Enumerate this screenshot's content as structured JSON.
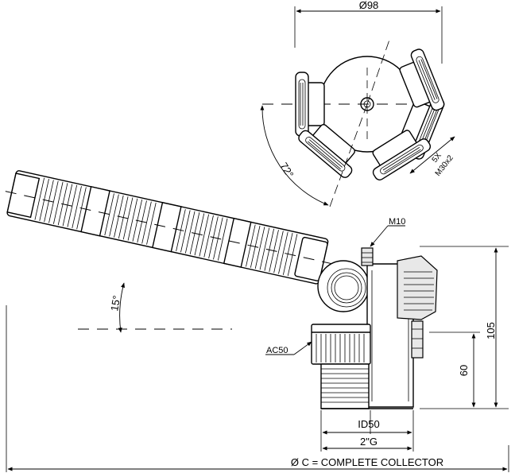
{
  "labels": {
    "outer_diameter": "Ø98",
    "ports": "5X",
    "port_thread": "M30x2",
    "angle_ports": "72°",
    "angle_tilt": "15°",
    "screw": "M10",
    "nut": "AC50",
    "height_total": "105",
    "height_thread": "60",
    "inner_diameter": "ID50",
    "connection": "2\"G",
    "caption": "Ø C = COMPLETE COLLECTOR"
  }
}
